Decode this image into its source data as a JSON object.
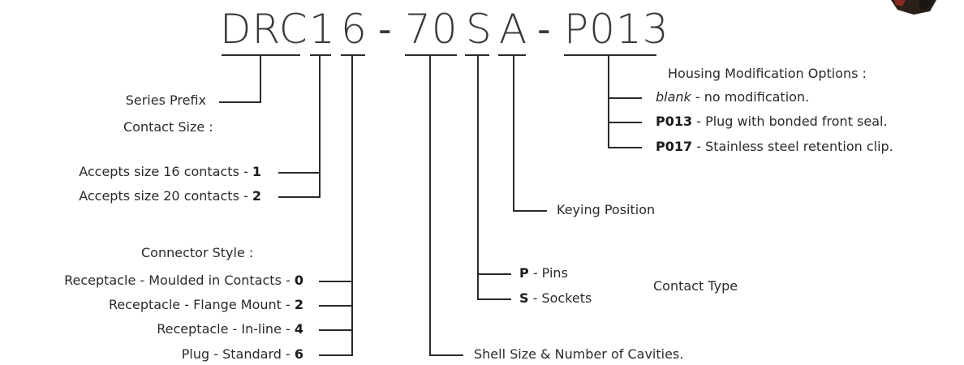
{
  "part_number": {
    "series": "DRC",
    "contact_size": "1",
    "style": "6",
    "dash1": "-",
    "shell": "70",
    "contact_type": "S",
    "keying": "A",
    "dash2": "-",
    "modification": "P013"
  },
  "labels": {
    "series_prefix": "Series Prefix",
    "contact_size_title": "Contact Size :",
    "cs_16_text": "Accepts size 16 contacts - ",
    "cs_16_code": "1",
    "cs_20_text": "Accepts size 20 contacts - ",
    "cs_20_code": "2",
    "connector_style_title": "Connector Style :",
    "st_0_text": "Receptacle - Moulded in Contacts - ",
    "st_0_code": "0",
    "st_2_text": "Receptacle - Flange Mount - ",
    "st_2_code": "2",
    "st_4_text": "Receptacle - In-line - ",
    "st_4_code": "4",
    "st_6_text": "Plug - Standard - ",
    "st_6_code": "6",
    "shell_size": "Shell Size & Number of Cavities.",
    "ct_p_code": "P",
    "ct_p_text": " - Pins",
    "ct_s_code": "S",
    "ct_s_text": " - Sockets",
    "contact_type_title": "Contact Type",
    "keying_position": "Keying Position",
    "housing_title": "Housing Modification Options :",
    "hm_blank_code": "blank",
    "hm_blank_text": " - no modification.",
    "hm_p013_code": "P013",
    "hm_p013_text": " - Plug with bonded front seal.",
    "hm_p017_code": "P017",
    "hm_p017_text": " - Stainless steel retention clip."
  },
  "colors": {
    "line": "#2a2a2a",
    "text": "#2a2a2a",
    "heading": "#3a3a3a"
  },
  "icons": {
    "product_image": "connector-image"
  }
}
